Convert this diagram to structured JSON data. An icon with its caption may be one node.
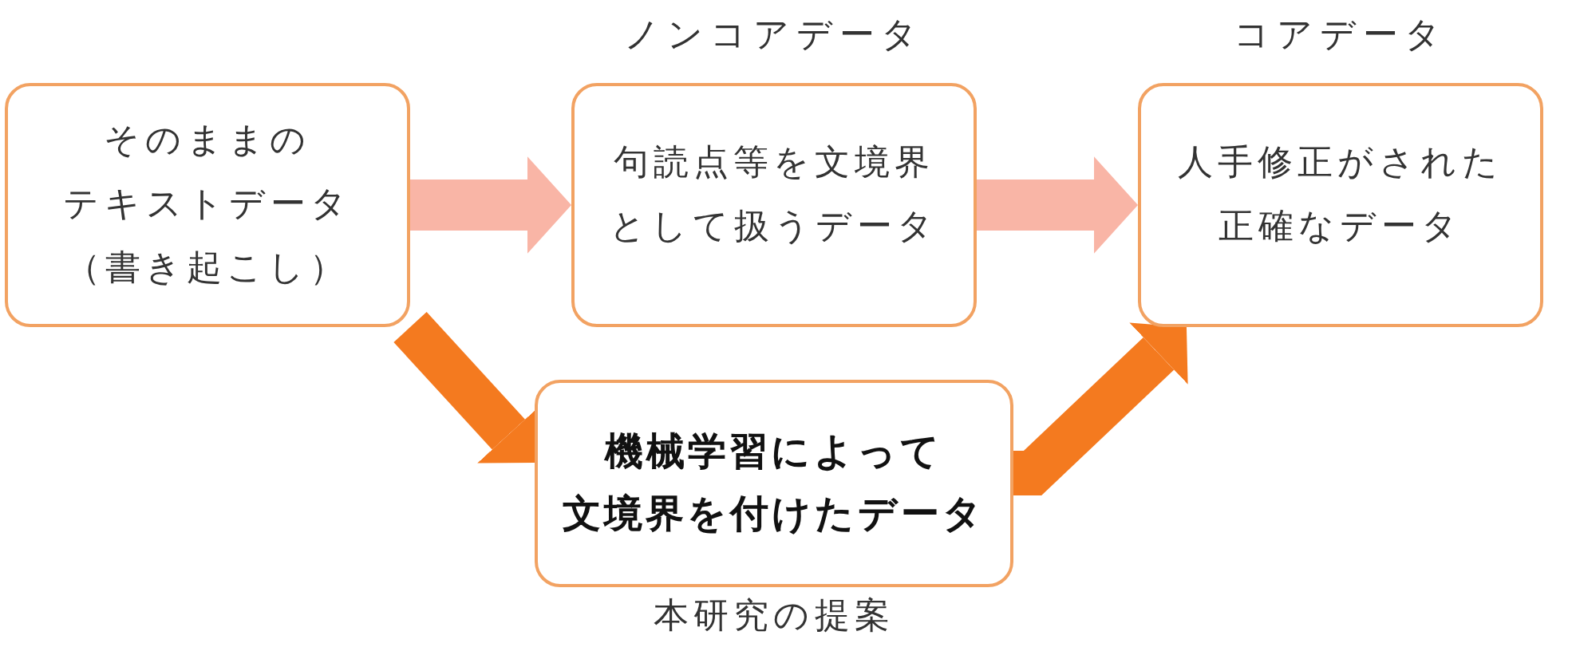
{
  "diagram": {
    "nodes": [
      {
        "text": [
          "そのままのテキストデータ（書き起こし）"
        ]
      },
      {
        "text": [
          "ノンコアデータ",
          "句読点等を文境界として扱うデータ"
        ]
      },
      {
        "text": [
          "コアデータ",
          "人手修正がされた正確なデータ"
        ]
      },
      {
        "text": [
          "機械学習によって文境界を付けたデータ"
        ],
        "beside": [
          "本研究の提案"
        ]
      }
    ],
    "edges": [
      {
        "from": 0,
        "to": 1,
        "arrow": "to",
        "color": "#f9b5a6"
      },
      {
        "from": 1,
        "to": 2,
        "arrow": "to",
        "color": "#f9b5a6"
      },
      {
        "from": 0,
        "to": 3,
        "arrow": "to",
        "color": "#f47a1f"
      },
      {
        "from": 3,
        "to": 2,
        "arrow": "to",
        "color": "#f47a1f"
      }
    ]
  }
}
